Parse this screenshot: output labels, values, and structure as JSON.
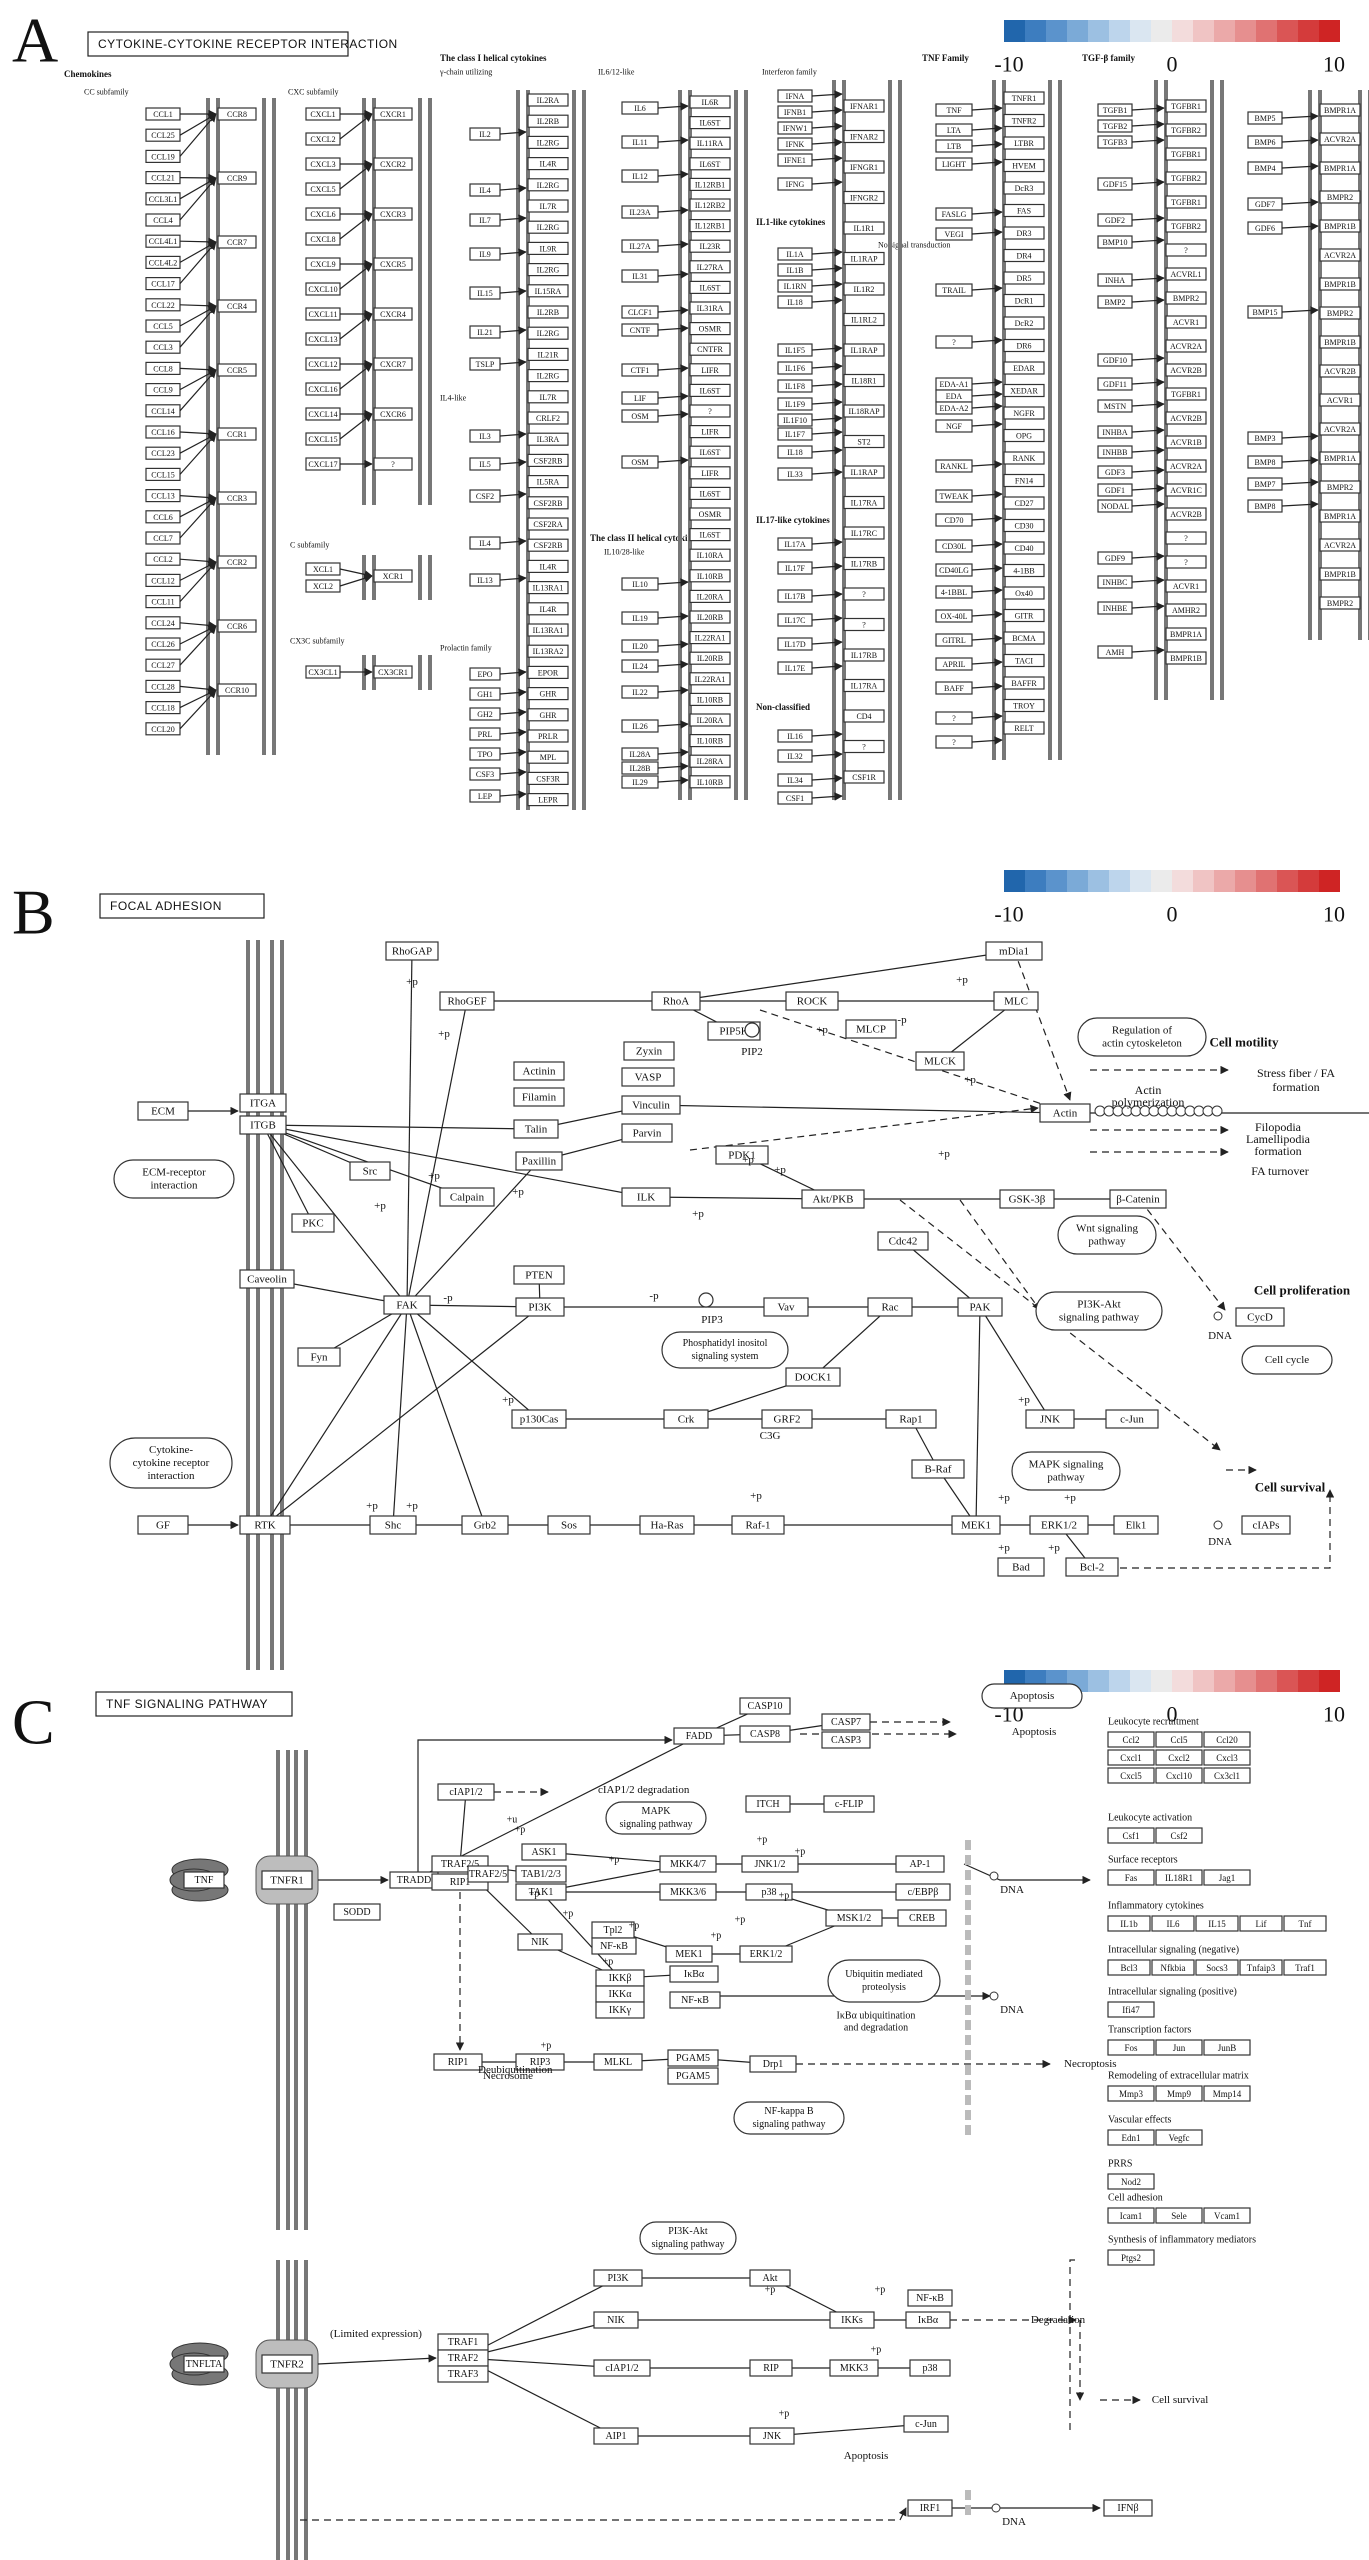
{
  "colors": {
    "scale": [
      "#2166ac",
      "#3d7dbf",
      "#5b93cc",
      "#7baad7",
      "#9cc0e2",
      "#bdd5ec",
      "#dae6f1",
      "#ebebeb",
      "#f3dcdc",
      "#f0c4c4",
      "#eba9a9",
      "#e68f8f",
      "#e07272",
      "#da5555",
      "#d43b3b",
      "#cf2424"
    ],
    "red": "#d8301f",
    "pink": "#eab1b1",
    "lightpink": "#f1d1d1",
    "blue": "#6e9ccf",
    "lightblue": "#a9c6e4",
    "grey": "#d9d9d9"
  },
  "legend": {
    "min": "-10",
    "mid": "0",
    "max": "10"
  },
  "panelA": {
    "letter": "A",
    "title": "CYTOKINE-CYTOKINE RECEPTOR INTERACTION",
    "headers": [
      "Chemokines",
      "CC subfamily",
      "CXC subfamily",
      "C subfamily",
      "CX3C subfamily",
      "The class I helical cytokines",
      "γ-chain utilizing",
      "IL4-like",
      "Prolactin family",
      "IL6/12-like",
      "The class II helical cytokines",
      "IL10/28-like",
      "Interferon family",
      "IL1-like cytokines",
      "IL17-like cytokines",
      "Non-classified",
      "TNF Family",
      "TGF-β family",
      "No signal transduction"
    ],
    "col1": [
      "CCL1",
      "CCL25",
      "CCL19",
      "CCL21",
      "CCL3L1",
      "CCL4",
      "CCL4L1",
      "CCL4L2",
      "CCL17",
      "CCL22",
      "CCL5",
      "CCL3",
      "CCL8",
      "CCL9",
      "CCL14",
      "CCL16",
      "CCL23",
      "CCL15",
      "CCL13",
      "CCL6",
      "CCL7",
      "CCL2",
      "CCL12",
      "CCL11",
      "CCL24",
      "CCL26",
      "CCL27",
      "CCL28",
      "CCL18",
      "CCL20"
    ],
    "col1r": [
      "CCR8",
      "CCR9",
      "CCR7",
      "CCR4",
      "CCR5",
      "CCR1",
      "CCR3",
      "CCR2",
      "CCR6",
      "CCR10"
    ],
    "col2": [
      "CXCL1",
      "CXCL2",
      "CXCL3",
      "CXCL5",
      "CXCL6",
      "CXCL8",
      "CXCL9",
      "CXCL10",
      "CXCL11",
      "CXCL13",
      "CXCL12",
      "CXCL16",
      "CXCL14",
      "CXCL15",
      "CXCL17",
      "XCL1",
      "XCL2",
      "CX3CL1"
    ],
    "col2r": [
      "CXCR1",
      "CXCR2",
      "CXCR3",
      "CXCR5",
      "CXCR4",
      "CXCR7",
      "CXCR6",
      "?",
      "XCR1",
      "CX3CR1"
    ],
    "col3": [
      "IL2",
      "IL4",
      "IL7",
      "IL9",
      "IL15",
      "IL21",
      "TSLP",
      "IL3",
      "IL5",
      "CSF2",
      "IL4",
      "IL13",
      "EPO",
      "GH1",
      "GH2",
      "PRL",
      "TPO",
      "CSF3",
      "LEP"
    ],
    "col3r": [
      "IL2RA",
      "IL2RB",
      "IL2RG",
      "IL4R",
      "IL2RG",
      "IL7R",
      "IL2RG",
      "IL9R",
      "IL2RG",
      "IL15RA",
      "IL2RB",
      "IL2RG",
      "IL21R",
      "IL2RG",
      "IL7R",
      "CRLF2",
      "IL3RA",
      "CSF2RB",
      "IL5RA",
      "CSF2RB",
      "CSF2RA",
      "CSF2RB",
      "IL4R",
      "IL13RA1",
      "IL4R",
      "IL13RA1",
      "IL13RA2",
      "EPOR",
      "GHR",
      "GHR",
      "PRLR",
      "MPL",
      "CSF3R",
      "LEPR"
    ],
    "col4": [
      "IL6",
      "IL11",
      "IL12",
      "IL23A",
      "IL27A",
      "IL31",
      "CLCF1",
      "CNTF",
      "CTF1",
      "LIF",
      "OSM",
      "OSM",
      "IL10",
      "IL19",
      "IL20",
      "IL24",
      "IL22",
      "IL26",
      "IL28A",
      "IL28B",
      "IL29"
    ],
    "col4r": [
      "IL6R",
      "IL6ST",
      "IL11RA",
      "IL6ST",
      "IL12RB1",
      "IL12RB2",
      "IL12RB1",
      "IL23R",
      "IL27RA",
      "IL6ST",
      "IL31RA",
      "OSMR",
      "CNTFR",
      "LIFR",
      "IL6ST",
      "?",
      "LIFR",
      "IL6ST",
      "LIFR",
      "IL6ST",
      "OSMR",
      "IL6ST",
      "IL10RA",
      "IL10RB",
      "IL20RA",
      "IL20RB",
      "IL22RA1",
      "IL20RB",
      "IL22RA1",
      "IL10RB",
      "IL20RA",
      "IL10RB",
      "IL28RA",
      "IL10RB"
    ],
    "col5": [
      "IFNA",
      "IFNB1",
      "IFNW1",
      "IFNK",
      "IFNE1",
      "IFNG",
      "IL1A",
      "IL1B",
      "IL1RN",
      "IL18",
      "IL1F5",
      "IL1F6",
      "IL1F8",
      "IL1F9",
      "IL1F10",
      "IL1F7",
      "IL18",
      "IL33",
      "IL17A",
      "IL17F",
      "IL17B",
      "IL17C",
      "IL17D",
      "IL17E",
      "IL16",
      "IL32",
      "IL34",
      "CSF1"
    ],
    "col5r": [
      "IFNAR1",
      "IFNAR2",
      "IFNGR1",
      "IFNGR2",
      "IL1R1",
      "IL1RAP",
      "IL1R2",
      "IL1RL2",
      "IL1RAP",
      "IL18R1",
      "IL18RAP",
      "ST2",
      "IL1RAP",
      "IL17RA",
      "IL17RC",
      "IL17RB",
      "?",
      "?",
      "IL17RB",
      "IL17RA",
      "CD4",
      "?",
      "CSF1R"
    ],
    "col6": [
      "TNF",
      "LTA",
      "LTB",
      "LIGHT",
      "FASLG",
      "VEGI",
      "TRAIL",
      "?",
      "EDA-A1",
      "EDA",
      "EDA-A2",
      "NGF",
      "RANKL",
      "TWEAK",
      "CD70",
      "CD30L",
      "CD40LG",
      "4-1BBL",
      "OX-40L",
      "GITRL",
      "APRIL",
      "BAFF",
      "?",
      "?"
    ],
    "col6r": [
      "TNFR1",
      "TNFR2",
      "LTBR",
      "HVEM",
      "DcR3",
      "FAS",
      "DR3",
      "DR4",
      "DR5",
      "DcR1",
      "DcR2",
      "DR6",
      "EDAR",
      "XEDAR",
      "NGFR",
      "OPG",
      "RANK",
      "FN14",
      "CD27",
      "CD30",
      "CD40",
      "4-1BB",
      "Ox40",
      "GITR",
      "BCMA",
      "TACI",
      "BAFFR",
      "TROY",
      "RELT"
    ],
    "col7": [
      "TGFB1",
      "TGFB2",
      "TGFB3",
      "GDF15",
      "GDF2",
      "BMP10",
      "INHA",
      "BMP2",
      "GDF10",
      "GDF11",
      "MSTN",
      "INHBA",
      "INHBB",
      "GDF3",
      "GDF1",
      "NODAL",
      "GDF9",
      "INHBC",
      "INHBE",
      "AMH"
    ],
    "col7r": [
      "TGFBR1",
      "TGFBR2",
      "TGFBR1",
      "TGFBR2",
      "TGFBR1",
      "TGFBR2",
      "?",
      "ACVRL1",
      "BMPR2",
      "ACVR1",
      "ACVR2A",
      "ACVR2B",
      "TGFBR1",
      "ACVR2B",
      "ACVR1B",
      "ACVR2A",
      "ACVR1C",
      "ACVR2B",
      "?",
      "?",
      "ACVR1",
      "AMHR2",
      "BMPR1A",
      "BMPR1B"
    ],
    "col8": [
      "BMP5",
      "BMP6",
      "BMP4",
      "GDF7",
      "GDF6",
      "BMP15",
      "BMP3",
      "BMP8",
      "BMP7",
      "BMP8"
    ],
    "col8r": [
      "BMPR1A",
      "ACVR2A",
      "BMPR1A",
      "BMPR2",
      "BMPR1B",
      "ACVR2A",
      "BMPR1B",
      "BMPR2",
      "BMPR1B",
      "ACVR2B",
      "ACVR1",
      "ACVR2A",
      "BMPR1A",
      "BMPR2",
      "BMPR1A",
      "ACVR2A",
      "BMPR1B",
      "BMPR2"
    ]
  },
  "panelB": {
    "letter": "B",
    "title": "FOCAL ADHESION",
    "nodes": {
      "rhogap": "RhoGAP",
      "rhogef": "RhoGEF",
      "rhoa": "RhoA",
      "rock": "ROCK",
      "mlc": "MLC",
      "mdia1": "mDia1",
      "pip5k": "PIP5K",
      "mlcp": "MLCP",
      "mlck": "MLCK",
      "zyxin": "Zyxin",
      "vasp": "VASP",
      "vinculin": "Vinculin",
      "actinin": "Actinin",
      "filamin": "Filamin",
      "talin": "Talin",
      "parvin": "Parvin",
      "paxillin": "Paxillin",
      "ecm": "ECM",
      "itga": "ITGA",
      "itgb": "ITGB",
      "actin": "Actin",
      "src": "Src",
      "calpain": "Calpain",
      "pkc": "PKC",
      "ilk": "ILK",
      "pdk1": "PDK1",
      "akt": "Akt/PKB",
      "gsk3b": "GSK-3β",
      "bcat": "β-Catenin",
      "caveolin": "Caveolin",
      "fak": "FAK",
      "pten": "PTEN",
      "pi3k": "PI3K",
      "vav": "Vav",
      "rac": "Rac",
      "pak": "PAK",
      "cdc42": "Cdc42",
      "fyn": "Fyn",
      "dock1": "DOCK1",
      "p130cas": "p130Cas",
      "crk": "Crk",
      "grf2": "GRF2",
      "c3g": "C3G",
      "rap1": "Rap1",
      "braf": "B-Raf",
      "jnk": "JNK",
      "cjun": "c-Jun",
      "cycd": "CycD",
      "gf": "GF",
      "rtk": "RTK",
      "shc": "Shc",
      "grb2": "Grb2",
      "sos": "Sos",
      "hras": "Ha-Ras",
      "raf1": "Raf-1",
      "mek1": "MEK1",
      "erk": "ERK1/2",
      "elk1": "Elk1",
      "ciaps": "cIAPs",
      "bad": "Bad",
      "bcl2": "Bcl-2"
    },
    "labels": {
      "pip2": "PIP2",
      "pip3": "PIP3",
      "dna1": "DNA",
      "dna2": "DNA",
      "cellmotility": "Cell motility",
      "cellprolif": "Cell proliferation",
      "cellsurvival": "Cell survival",
      "stress": "Stress fiber / FA formation",
      "actinpoly": "Actin polymerization",
      "filopodia": "Filopodia Lamellipodia formation",
      "faturnover": "FA turnover",
      "reg": "Regulation of actin cytoskeleton",
      "ecmrec": "ECM-receptor interaction",
      "cytorec": "Cytokine-cytokine receptor interaction",
      "pi": "Phosphatidyl inositol signaling system",
      "wnt": "Wnt signaling pathway",
      "pi3kakt": "PI3K-Akt signaling pathway",
      "mapk": "MAPK signaling pathway",
      "cellcycle": "Cell cycle",
      "p": "+p",
      "mp": "-p"
    }
  },
  "panelC": {
    "letter": "C",
    "title": "TNF SIGNALING PATHWAY",
    "nodes": {
      "tnf": "TNF",
      "tnfr1": "TNFR1",
      "sodd": "SODD",
      "tradd": "TRADD",
      "traf25": "TRAF2/5",
      "rip1a": "RIP1",
      "ciap12": "cIAP1/2",
      "fadd": "FADD",
      "casp10": "CASP10",
      "casp8": "CASP8",
      "casp7": "CASP7",
      "casp3": "CASP3",
      "itch": "ITCH",
      "cflip": "c-FLIP",
      "ask1": "ASK1",
      "tab123": "TAB1/2/3",
      "tak1": "TAK1",
      "mkk47": "MKK4/7",
      "mkk36": "MKK3/6",
      "jnk12": "JNK1/2",
      "p38": "p38",
      "ap1": "AP-1",
      "cebpb": "c/EBPβ",
      "msk12": "MSK1/2",
      "creb": "CREB",
      "nik": "NIK",
      "tpl2": "Tpl2",
      "nfkb": "NF-κB",
      "mek1": "MEK1",
      "erk12": "ERK1/2",
      "ikkb": "IKKβ",
      "ikka": "IKKα",
      "ikkg": "IKKγ",
      "ikba": "IκBα",
      "nfkb2": "NF-κB",
      "rip1b": "RIP1",
      "rip3": "RIP3",
      "mlkl": "MLKL",
      "pgam5": "PGAM5",
      "pgam5b": "PGAM5",
      "drp1": "Drp1",
      "lta": "TNFLTA",
      "tnfr2": "TNFR2",
      "traf1": "TRAF1",
      "traf2": "TRAF2",
      "traf3": "TRAF3",
      "pi3k": "PI3K",
      "akt": "Akt",
      "nik2": "NIK",
      "ikks": "IKKs",
      "nfkb3": "NF-κB",
      "ikba2": "IκBα",
      "ciap12b": "cIAP1/2",
      "rip": "RIP",
      "mkk3": "MKK3",
      "p38b": "p38",
      "aip1": "AIP1",
      "jnk": "JNK",
      "cjun": "c-Jun",
      "irf1": "IRF1",
      "ifnb": "IFNβ"
    },
    "labels": {
      "apoptosis1": "Apoptosis",
      "apoptosis2": "Apoptosis",
      "apoptosis3": "Apoptosis",
      "ciapdeg": "cIAP1/2 degradation",
      "mapk": "MAPK signaling pathway",
      "ubiq": "Ubiquitin mediated proteolysis",
      "ikbdeg": "IκBα ubiquitination and degradation",
      "nfkbpath": "NF-kappa B signaling pathway",
      "deubiq": "Deubiquitination",
      "necrosome": "Necrosome",
      "necroptosis": "Necroptosis",
      "limited": "(Limited expression)",
      "pi3kakt": "PI3K-Akt signaling pathway",
      "degradation": "Degradation",
      "survival": "Cell survival",
      "dna1": "DNA",
      "dna2": "DNA",
      "dna3": "DNA",
      "p": "+p",
      "u": "+u"
    },
    "right": {
      "g1": "Leukocyte recruitment",
      "g1i": [
        "Ccl2",
        "Ccl5",
        "Ccl20",
        "Cxcl1",
        "Cxcl2",
        "Cxcl3",
        "Cxcl5",
        "Cxcl10",
        "Cx3cl1"
      ],
      "g2": "Leukocyte activation",
      "g2i": [
        "Csf1",
        "Csf2"
      ],
      "g3": "Surface receptors",
      "g3i": [
        "Fas",
        "IL18R1",
        "Jag1"
      ],
      "g4": "Inflammatory cytokines",
      "g4i": [
        "IL1b",
        "IL6",
        "IL15",
        "Lif",
        "Tnf"
      ],
      "g5": "Intracellular signaling (negative)",
      "g5i": [
        "Bcl3",
        "Nfkbia",
        "Socs3",
        "Tnfaip3",
        "Traf1"
      ],
      "g6": "Intracellular signaling (positive)",
      "g6i": [
        "Ifi47"
      ],
      "g7": "Transcription factors",
      "g7i": [
        "Fos",
        "Jun",
        "JunB"
      ],
      "g8": "Remodeling of extracellular matrix",
      "g8i": [
        "Mmp3",
        "Mmp9",
        "Mmp14"
      ],
      "g9": "Vascular effects",
      "g9i": [
        "Edn1",
        "Vegfc"
      ],
      "g10": "PRRS",
      "g10i": [
        "Nod2"
      ],
      "g11": "Cell adhesion",
      "g11i": [
        "Icam1",
        "Sele",
        "Vcam1"
      ],
      "g12": "Synthesis of inflammatory mediators",
      "g12i": [
        "Ptgs2"
      ]
    }
  }
}
